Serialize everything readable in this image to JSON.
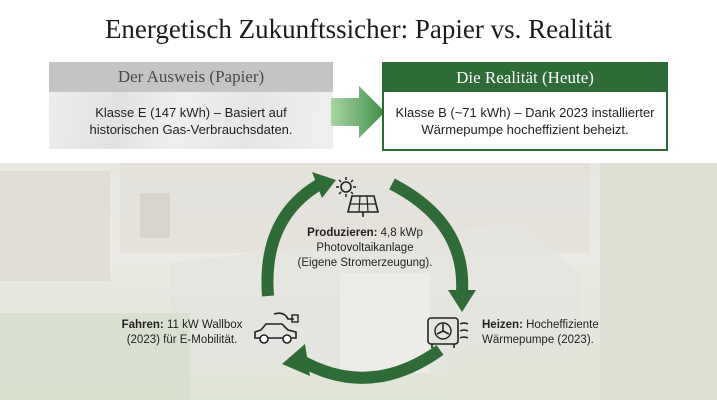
{
  "title": "Energetisch Zukunftssicher: Papier vs. Realität",
  "paper": {
    "header": "Der Ausweis (Papier)",
    "line1": "Klasse E (147 kWh) – Basiert auf",
    "line2": "historischen Gas-Verbrauchsdaten."
  },
  "reality": {
    "header": "Die Realität (Heute)",
    "line1": "Klasse B (~71 kWh) – Dank 2023 installierter",
    "line2": "Wärmepumpe hocheffizient beheizt."
  },
  "cycle": {
    "produce": {
      "bold": "Produzieren:",
      "rest": "4,8 kWp",
      "line2": "Photovoltaikanlage",
      "line3": "(Eigene Stromerzeugung).",
      "icon": "solar-panel-icon"
    },
    "heat": {
      "bold": "Heizen:",
      "rest": "Hocheffiziente",
      "line2": "Wärmepumpe (2023).",
      "icon": "heat-pump-icon"
    },
    "drive": {
      "bold": "Fahren:",
      "rest": "11 kW Wallbox",
      "line2": "(2023) für E-Mobilität.",
      "icon": "electric-car-icon"
    }
  },
  "colors": {
    "accent": "#2e6b36",
    "paper_header": "#c4c4c4",
    "arrow_light": "#8ec88a"
  }
}
